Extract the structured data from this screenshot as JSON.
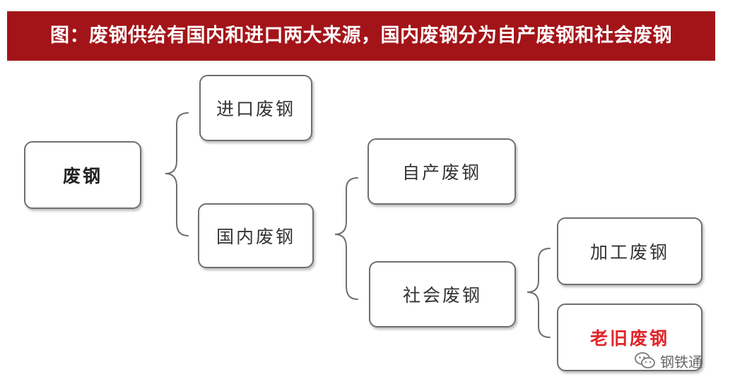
{
  "title": "图：废钢供给有国内和进口两大来源，国内废钢分为自产废钢和社会废钢",
  "nodes": {
    "root": "废钢",
    "imported": "进口废钢",
    "domestic": "国内废钢",
    "self_produced": "自产废钢",
    "social": "社会废钢",
    "processing": "加工废钢",
    "obsolete": "老旧废钢"
  },
  "colors": {
    "banner": "#a31419",
    "highlight": "#e0262a"
  },
  "watermark": {
    "icon": "wechat-icon",
    "text": "钢铁通"
  }
}
